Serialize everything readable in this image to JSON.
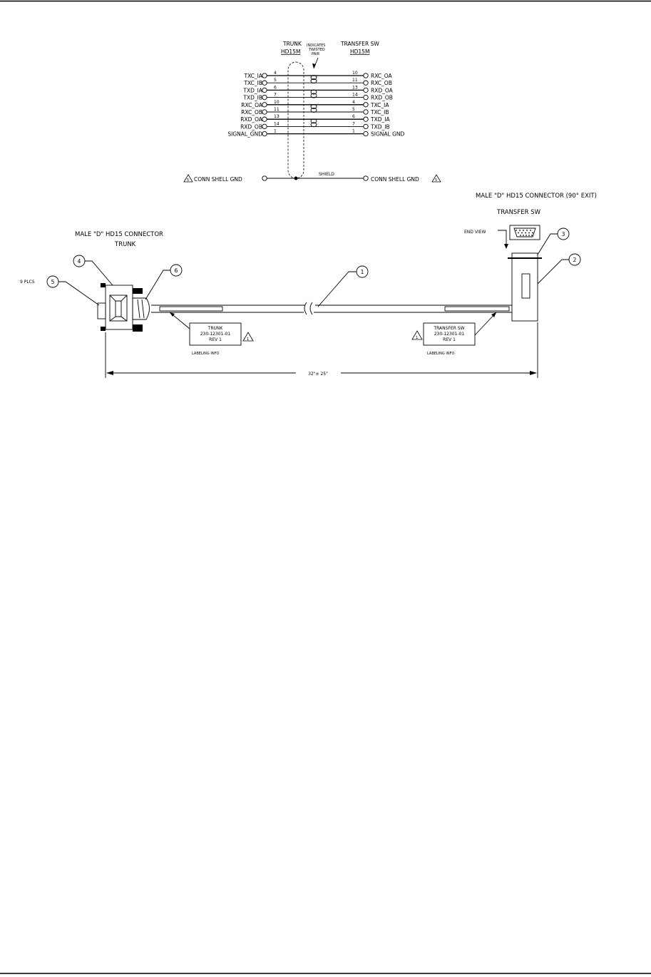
{
  "schematic": {
    "left_header": "TRUNK",
    "left_sub": "HD15M",
    "right_header": "TRANSFER SW",
    "right_sub": "HD15M",
    "twisted_note": [
      "INDICATES",
      "TWISTED",
      "PAIR"
    ],
    "rows": [
      {
        "left": "TXC_IA",
        "lpin": "4",
        "rpin": "10",
        "right": "RXC_OA"
      },
      {
        "left": "TXC_IB",
        "lpin": "5",
        "rpin": "11",
        "right": "RXC_OB"
      },
      {
        "left": "TXD_IA",
        "lpin": "6",
        "rpin": "13",
        "right": "RXD_OA"
      },
      {
        "left": "TXD_IB",
        "lpin": "7",
        "rpin": "14",
        "right": "RXD_OB"
      },
      {
        "left": "RXC_OA",
        "lpin": "10",
        "rpin": "4",
        "right": "TXC_IA"
      },
      {
        "left": "RXC_OB",
        "lpin": "11",
        "rpin": "5",
        "right": "TXC_IB"
      },
      {
        "left": "RXD_OA",
        "lpin": "13",
        "rpin": "6",
        "right": "TXD_IA"
      },
      {
        "left": "RXD_OB",
        "lpin": "14",
        "rpin": "7",
        "right": "TXD_IB"
      },
      {
        "left": "SIGNAL_GND",
        "lpin": "1",
        "rpin": "1",
        "right": "SIGNAL GND"
      }
    ],
    "shield_label": "SHIELD",
    "shell_left": "CONN SHELL GND",
    "shell_right": "CONN SHELL GND",
    "shell_note": "5"
  },
  "assembly": {
    "right_connector_title": "MALE \"D\" HD15 CONNECTOR (90° EXIT)",
    "right_connector_sub": "TRANSFER SW",
    "left_connector_title": "MALE \"D\" HD15 CONNECTOR",
    "left_connector_sub": "TRUNK",
    "end_view": "END VIEW",
    "plcs": "9 PLCS",
    "balloons": [
      "1",
      "2",
      "3",
      "4",
      "5",
      "6"
    ],
    "left_label": [
      "TRUNK",
      "230-12301-01",
      "REV 1"
    ],
    "right_label": [
      "TRANSFER SW",
      "230-12301-01",
      "REV 1"
    ],
    "label_note": "1",
    "labeling_info": "LABELING INFO",
    "dimension": "32\"± 25\""
  }
}
